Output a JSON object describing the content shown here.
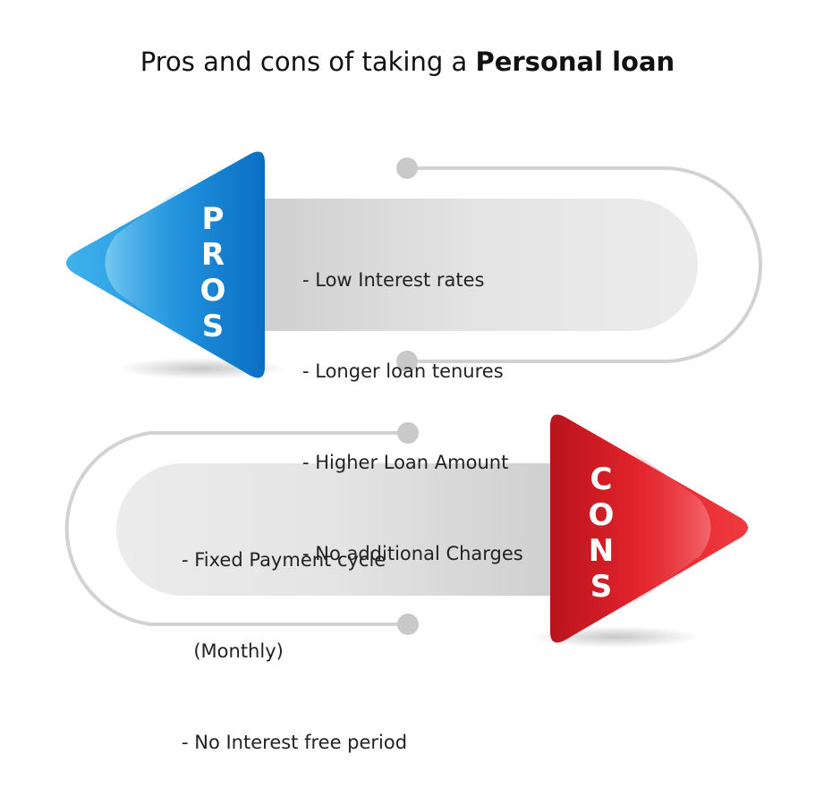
{
  "title": {
    "prefix": "Pros and cons of taking a ",
    "emphasis": "Personal loan"
  },
  "pros": {
    "label_letters": [
      "P",
      "R",
      "O",
      "S"
    ],
    "items": [
      "- Low Interest rates",
      "- Longer loan tenures",
      "- Higher Loan Amount",
      "- No additional Charges"
    ],
    "color": "#1E8FDB"
  },
  "cons": {
    "label_letters": [
      "C",
      "O",
      "N",
      "S"
    ],
    "items": [
      "- Fixed Payment cycle",
      "  (Monthly)",
      "- No Interest free period"
    ],
    "color": "#E3232B"
  }
}
